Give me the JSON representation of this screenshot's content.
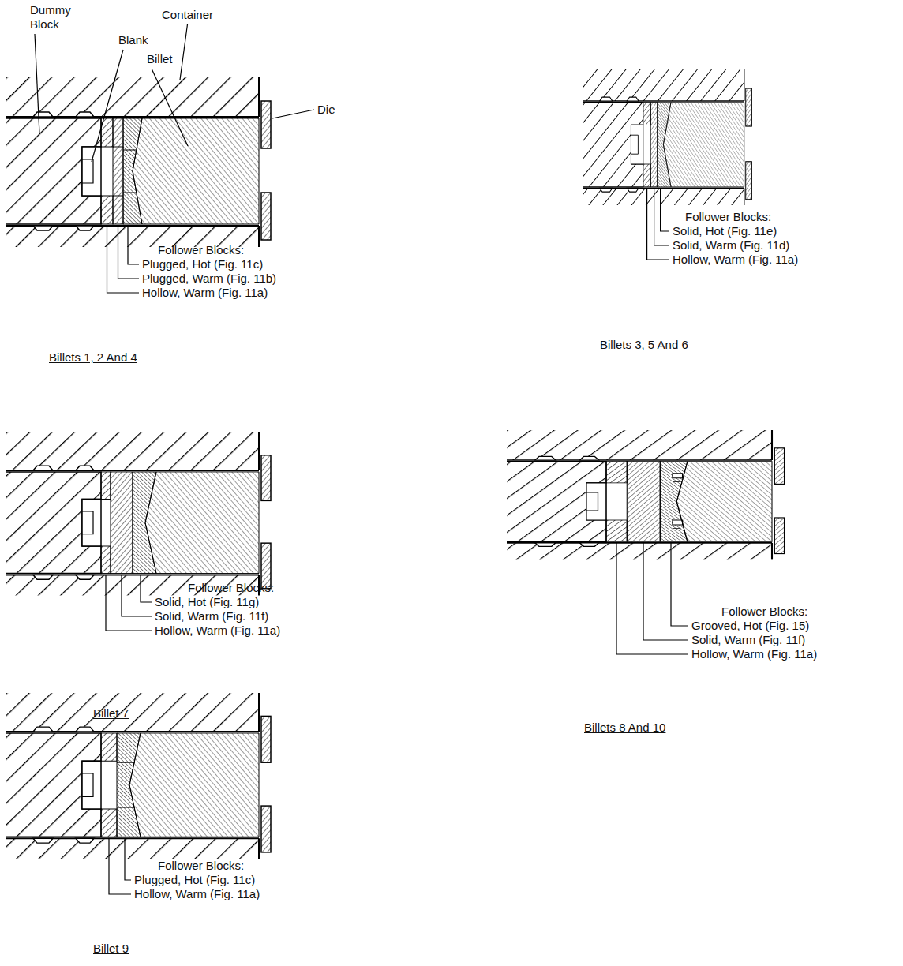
{
  "diagram": {
    "labels": [
      "Dummy Block",
      "Container",
      "Blank",
      "Billet",
      "Die",
      "Follower Blocks:",
      "Plugged, Hot (Fig. 11c)",
      "Plugged, Warm (Fig. 11b)",
      "Hollow, Warm (Fig. 11a)",
      "Billets 1, 2 And 4",
      "Follower Blocks:",
      "Solid, Hot (Fig. 11e)",
      "Solid, Warm (Fig. 11d)",
      "Hollow, Warm (Fig. 11a)",
      "Billets 3, 5 And 6",
      "Follower Blocks:",
      "Solid, Hot (Fig. 11g)",
      "Solid, Warm (Fig. 11f)",
      "Hollow, Warm (Fig. 11a)",
      "Billet 7",
      "Follower Blocks:",
      "Grooved, Hot (Fig. 15)",
      "Solid, Warm (Fig. 11f)",
      "Hollow, Warm (Fig. 11a)",
      "Billets 8 And 10",
      "Follower Blocks:",
      "Plugged, Hot (Fig. 11c)",
      "Hollow, Warm (Fig. 11a)",
      "Billet 9"
    ]
  }
}
